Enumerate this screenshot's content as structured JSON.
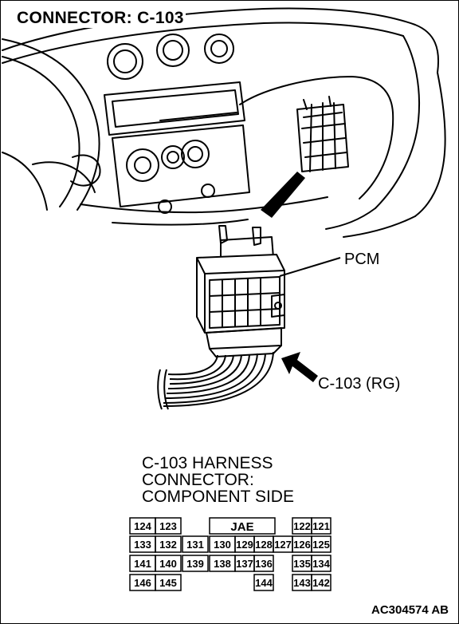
{
  "title": "CONNECTOR: C-103",
  "labels": {
    "pcm": "PCM",
    "connector": "C-103 (RG)"
  },
  "harness_caption": [
    "C-103 HARNESS",
    "CONNECTOR:",
    "COMPONENT SIDE"
  ],
  "connector_brand": "JAE",
  "pins": {
    "row1": [
      "124",
      "123",
      "122",
      "121"
    ],
    "row2": [
      "133",
      "132",
      "131",
      "130",
      "129",
      "128",
      "127",
      "126",
      "125"
    ],
    "row3": [
      "141",
      "140",
      "139",
      "138",
      "137",
      "136",
      "135",
      "134"
    ],
    "row4": [
      "146",
      "145",
      "144",
      "143",
      "142"
    ]
  },
  "reference_code": "AC304574 AB"
}
